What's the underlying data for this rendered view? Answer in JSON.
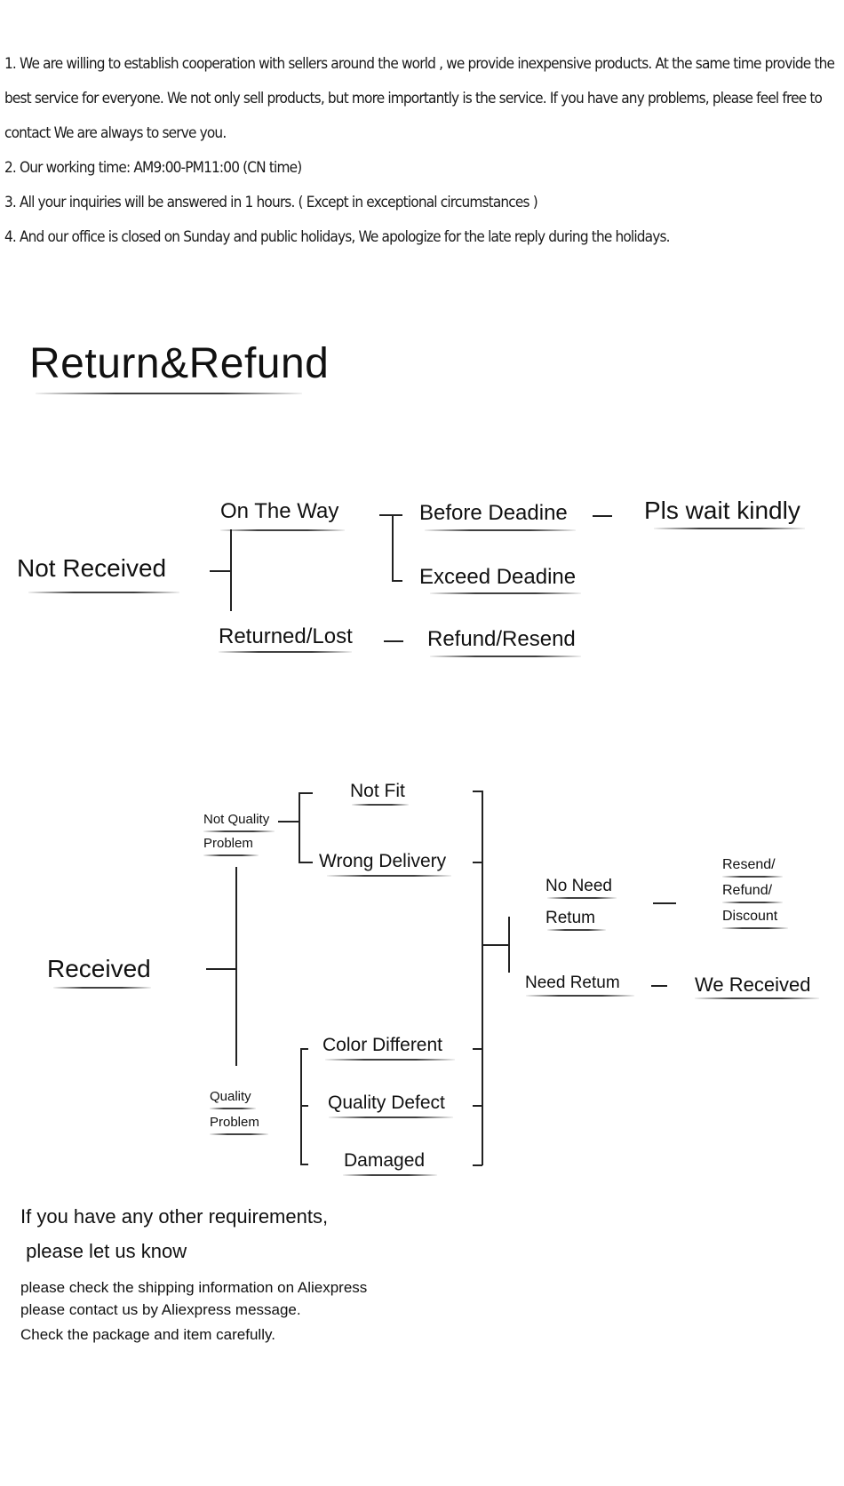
{
  "intro": {
    "lines": [
      "1. We are willing to establish cooperation with sellers around the world , we provide inexpensive products. At the same time provide the best service for everyone. We not only sell products, but more importantly is the service. If you have any problems, please feel free to contact We are always to serve you.",
      "2. Our working time: AM9:00-PM11:00 (CN time)",
      "3. All your inquiries will be answered in 1 hours. ( Except in exceptional circumstances )",
      "4. And our office is closed on Sunday and public holidays, We apologize for the late reply during the holidays."
    ]
  },
  "title": "Return&Refund",
  "not_received": {
    "root": "Not    Received",
    "on_the_way": "On The Way",
    "before_deadline": "Before Deadine",
    "exceed_deadline": "Exceed Deadine",
    "wait": "Pls wait kindly",
    "returned_lost": "Returned/Lost",
    "refund_resend": "Refund/Resend"
  },
  "received": {
    "root": "Received",
    "not_quality_1": "Not Quality",
    "not_quality_2": "Problem",
    "not_fit": "Not Fit",
    "wrong_delivery": "Wrong Delivery",
    "quality_1": "Quality",
    "quality_2": "Problem",
    "color_different": "Color Different",
    "quality_defect": "Quality Defect",
    "damaged": "Damaged",
    "no_need_1": "No Need",
    "no_need_2": "Retum",
    "need_return": "Need Retum",
    "resend": "Resend/",
    "refund": "Refund/",
    "discount": "Discount",
    "we_received": "We Received"
  },
  "footer": {
    "heading_1": "If you have any other requirements,",
    "heading_2": " please let us know",
    "line_1": "please check the shipping information on Aliexpress",
    "line_2": "please contact us by Aliexpress message.",
    "line_3": "Check the package and item carefully."
  }
}
